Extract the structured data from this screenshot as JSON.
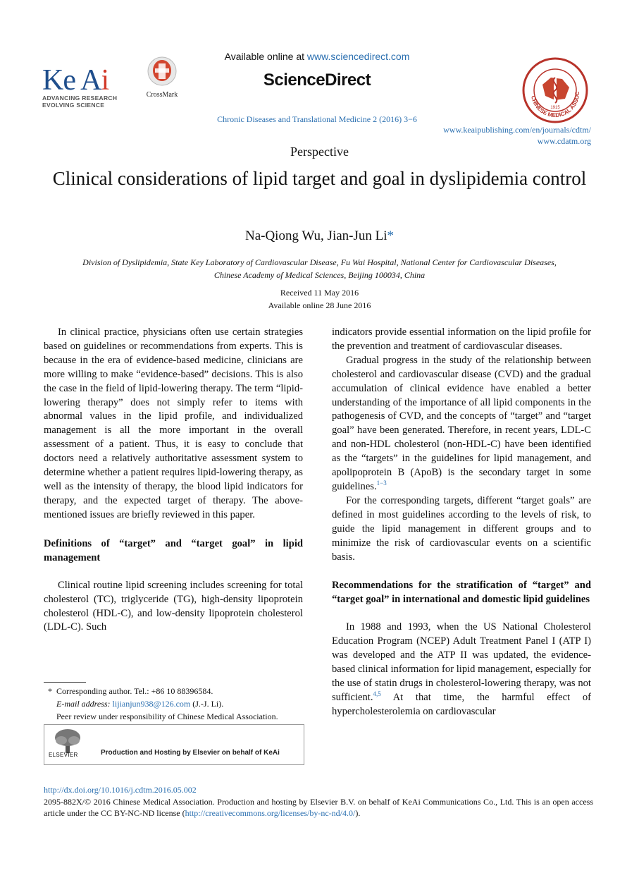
{
  "header": {
    "publisher_logo_text": "KeAi",
    "publisher_tagline_1": "ADVANCING RESEARCH",
    "publisher_tagline_2": "EVOLVING SCIENCE",
    "crossmark_label": "CrossMark",
    "available_prefix": "Available online at ",
    "available_link": "www.sciencedirect.com",
    "sciencedirect": "ScienceDirect",
    "journal_ref": "Chronic Diseases and Translational Medicine 2 (2016) 3−6",
    "url_1": "www.keaipublishing.com/en/journals/cdtm/",
    "url_2": "www.cdatm.org",
    "seal_text": "CHINESE MEDICAL ASSOCIATION",
    "seal_year": "1915"
  },
  "article": {
    "type": "Perspective",
    "title": "Clinical considerations of lipid target and goal in dyslipidemia control",
    "authors": "Na-Qiong Wu, Jian-Jun Li",
    "author_mark": "*",
    "affiliation_1": "Division of Dyslipidemia, State Key Laboratory of Cardiovascular Disease, Fu Wai Hospital, National Center for Cardiovascular Diseases,",
    "affiliation_2": "Chinese Academy of Medical Sciences, Beijing 100034, China",
    "received": "Received 11 May 2016",
    "available_online": "Available online 28 June 2016"
  },
  "left_column": {
    "p1": "In clinical practice, physicians often use certain strategies based on guidelines or recommendations from experts. This is because in the era of evidence-based medicine, clinicians are more willing to make “evidence-based” decisions. This is also the case in the field of lipid-lowering therapy. The term “lipid-lowering therapy” does not simply refer to items with abnormal values in the lipid profile, and individualized management is all the more important in the overall assessment of a patient. Thus, it is easy to conclude that doctors need a relatively authoritative assessment system to determine whether a patient requires lipid-lowering therapy, as well as the intensity of therapy, the blood lipid indicators for therapy, and the expected target of therapy. The above-mentioned issues are briefly reviewed in this paper.",
    "h1": "Definitions of “target” and “target goal” in lipid management",
    "p2": "Clinical routine lipid screening includes screening for total cholesterol (TC), triglyceride (TG), high-density lipoprotein cholesterol (HDL-C), and low-density lipoprotein cholesterol (LDL-C). Such"
  },
  "right_column": {
    "p1": "indicators provide essential information on the lipid profile for the prevention and treatment of cardiovascular diseases.",
    "p2": "Gradual progress in the study of the relationship between cholesterol and cardiovascular disease (CVD) and the gradual accumulation of clinical evidence have enabled a better understanding of the importance of all lipid components in the pathogenesis of CVD, and the concepts of “target” and “target goal” have been generated. Therefore, in recent years, LDL-C and non-HDL cholesterol (non-HDL-C) have been identified as the “targets” in the guidelines for lipid management, and apolipoprotein B (ApoB) is the secondary target in some guidelines.",
    "p2_ref": "1−3",
    "p3": "For the corresponding targets, different “target goals” are defined in most guidelines according to the levels of risk, to guide the lipid management in different groups and to minimize the risk of cardiovascular events on a scientific basis.",
    "h2": "Recommendations for the stratification of “target” and “target goal” in international and domestic lipid guidelines",
    "p4a": "In 1988 and 1993, when the US National Cholesterol Education Program (NCEP) Adult Treatment Panel I (ATP I) was developed and the ATP II was updated, the evidence-based clinical information for lipid management, especially for the use of statin drugs in cholesterol-lowering therapy, was not sufficient.",
    "p4_ref": "4,5",
    "p4b": " At that time, the harmful effect of hypercholesterolemia on cardiovascular"
  },
  "footnote": {
    "star": "*",
    "corresponding": "Corresponding author. Tel.: +86 10 88396584.",
    "email_label": "E-mail address:",
    "email": "lijianjun938@126.com",
    "email_suffix": " (J.-J. Li).",
    "peer_review": "Peer review under responsibility of Chinese Medical Association.",
    "elsevier_label": "ELSEVIER",
    "hosting": "Production and Hosting by Elsevier on behalf of KeAi"
  },
  "footer": {
    "doi": "http://dx.doi.org/10.1016/j.cdtm.2016.05.002",
    "copyright": "2095-882X/© 2016 Chinese Medical Association. Production and hosting by Elsevier B.V. on behalf of KeAi Communications Co., Ltd. This is an open access article under the CC BY-NC-ND license (",
    "license_url": "http://creativecommons.org/licenses/by-nc-nd/4.0/",
    "copyright_end": ")."
  }
}
